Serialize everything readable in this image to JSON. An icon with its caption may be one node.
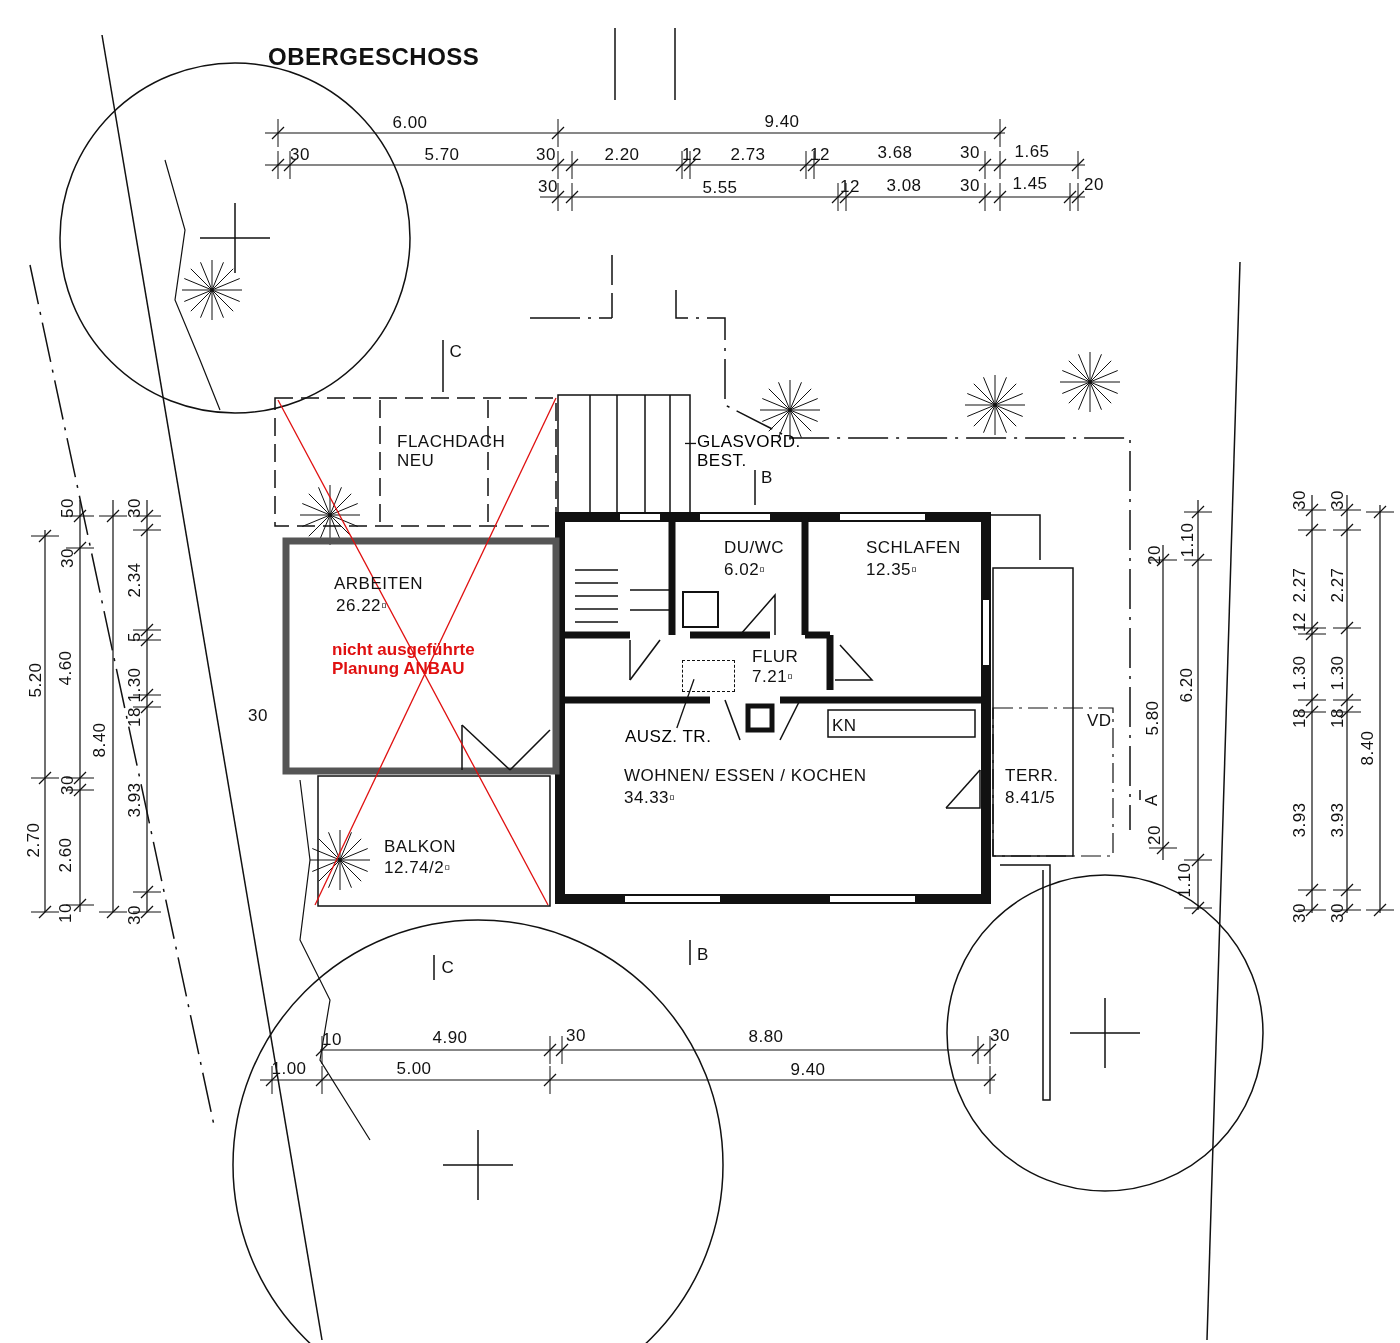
{
  "diagram": {
    "title": "OBERGESCHOSS",
    "nodes": [
      {
        "text": [
          "AUSZ. TR."
        ]
      },
      {
        "text": [],
        "shape": "box"
      },
      {
        "text": [
          "GLASVORD. BEST."
        ]
      }
    ],
    "edges": [
      {
        "from": 0,
        "to": 1,
        "arrow": "none"
      },
      {
        "from": 2,
        "to": null,
        "arrow": "none"
      }
    ],
    "labels": [
      "6.00",
      "9.40",
      "30",
      "5.70",
      "30",
      "2.20",
      "12",
      "2.73",
      "12",
      "3.68",
      "30",
      "1.65",
      "30",
      "5.55",
      "12",
      "3.08",
      "30",
      "1.45",
      "20",
      "C",
      "FLACHDACH NEU",
      "B",
      "50",
      "30",
      "30",
      "30",
      "30",
      "DU/WC",
      "SCHLAFEN",
      "20",
      "1.10",
      "6.02▫",
      "12.35▫",
      "2.34",
      "ARBEITEN",
      "2.27",
      "2.27",
      "26.22▫",
      "5",
      "12",
      "5.20",
      "4.60",
      "1.30",
      "nicht ausgeführte Planung ANBAU",
      "FLUR",
      "7.21▫",
      "6.20",
      "1.30",
      "1.30",
      "8.40",
      "18",
      "30",
      "KN",
      "VD",
      "5.80",
      "18",
      "18",
      "8.40",
      "30",
      "3.93",
      "WOHNEN/ ESSEN / KOCHEN",
      "34.33▫",
      "TERR.",
      "8.41/5",
      "A",
      "3.93",
      "3.93",
      "2.70",
      "2.60",
      "BALKON",
      "12.74/2▫",
      "20",
      "1.10",
      "10",
      "30",
      "30",
      "30",
      "C",
      "B",
      "10",
      "4.90",
      "30",
      "8.80",
      "30",
      "1.00",
      "5.00",
      "9.40"
    ]
  }
}
